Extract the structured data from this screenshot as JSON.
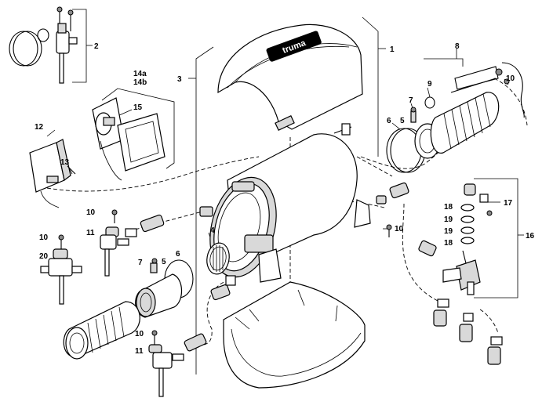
{
  "diagram": {
    "logo_text": "truma",
    "callouts": {
      "c1": "1",
      "c2": "2",
      "c3": "3",
      "c4": "4",
      "c5a": "5",
      "c5b": "5",
      "c6a": "6",
      "c6b": "6",
      "c7a": "7",
      "c7b": "7",
      "c8": "8",
      "c9": "9",
      "c10a": "10",
      "c10b": "10",
      "c10c": "10",
      "c10d": "10",
      "c10e": "10",
      "c11a": "11",
      "c11b": "11",
      "c12": "12",
      "c13": "13",
      "c14a": "14a",
      "c14b": "14b",
      "c15": "15",
      "c16": "16",
      "c17": "17",
      "c18a": "18",
      "c18b": "18",
      "c19a": "19",
      "c19b": "19",
      "c20": "20"
    }
  }
}
